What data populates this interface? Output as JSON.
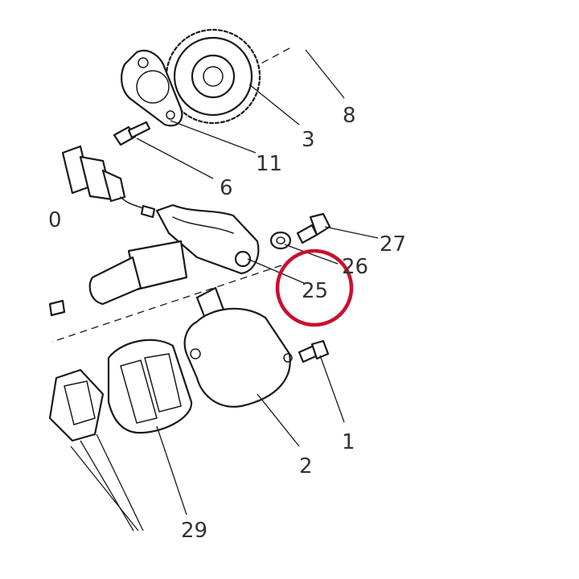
{
  "diagram": {
    "highlight_color": "#c8102e",
    "line_color": "#1a1a1a",
    "callouts": [
      {
        "id": "label-8",
        "text": "8"
      },
      {
        "id": "label-3",
        "text": "3"
      },
      {
        "id": "label-11",
        "text": "11"
      },
      {
        "id": "label-6",
        "text": "6"
      },
      {
        "id": "label-0",
        "text": "0"
      },
      {
        "id": "label-27",
        "text": "27"
      },
      {
        "id": "label-26",
        "text": "26"
      },
      {
        "id": "label-25",
        "text": "25"
      },
      {
        "id": "label-1",
        "text": "1"
      },
      {
        "id": "label-2",
        "text": "2"
      },
      {
        "id": "label-29",
        "text": "29"
      }
    ],
    "highlighted_callout": "25"
  }
}
